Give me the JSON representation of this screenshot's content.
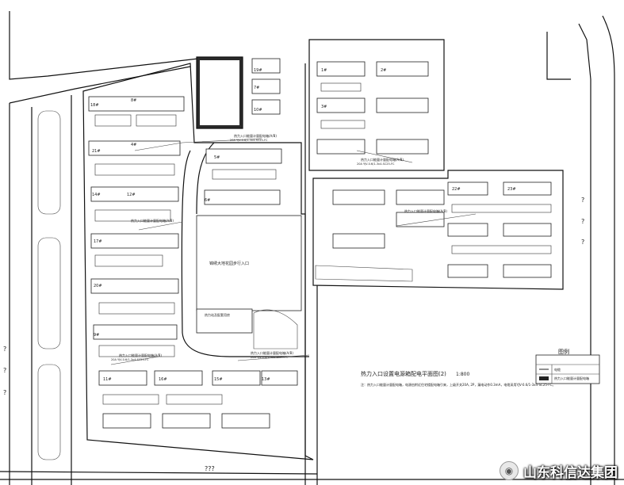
{
  "labels": {
    "q": "?",
    "q3": "???",
    "site_center": "锦绣大地花园步行入口",
    "building_label": "热力入口能量计量配电箱(A/B)",
    "cable_a": "20A YJV-0.6/1-3x4-SC25-FC",
    "cable_b": "20A YJV-0.6/1-3x4-SC25-FC",
    "cable_c": "20A YJV-0.6/1-3x4-SC25-FC",
    "cable_d": "20A YJV-0.6/1-3x4-SC25-FC",
    "office": "热力站及配套用房",
    "legend_title": "图例",
    "legend_item_1": "电缆",
    "legend_item_2": "热力入口能量计量配电箱",
    "drawing_title": "热力入口设置电源箱配电平面图(2)",
    "drawing_scale": "1:800",
    "note": "注：热力入口能量计量配电箱，电源由附近住宅楼配电箱引来，上级开关20A, 2P，漏电动作0.3mA，电缆采用YJV-0.6/1-3x4-SC25-FC。",
    "watermark": "山东科信达集团"
  },
  "buildings": [
    "18#",
    "8#",
    "19#",
    "4#",
    "21#",
    "7#",
    "10#",
    "5#",
    "6#",
    "14#",
    "12#",
    "17#",
    "20#",
    "9#",
    "11#",
    "16#",
    "15#",
    "13#",
    "1#",
    "2#",
    "3#",
    "22#",
    "23#"
  ]
}
